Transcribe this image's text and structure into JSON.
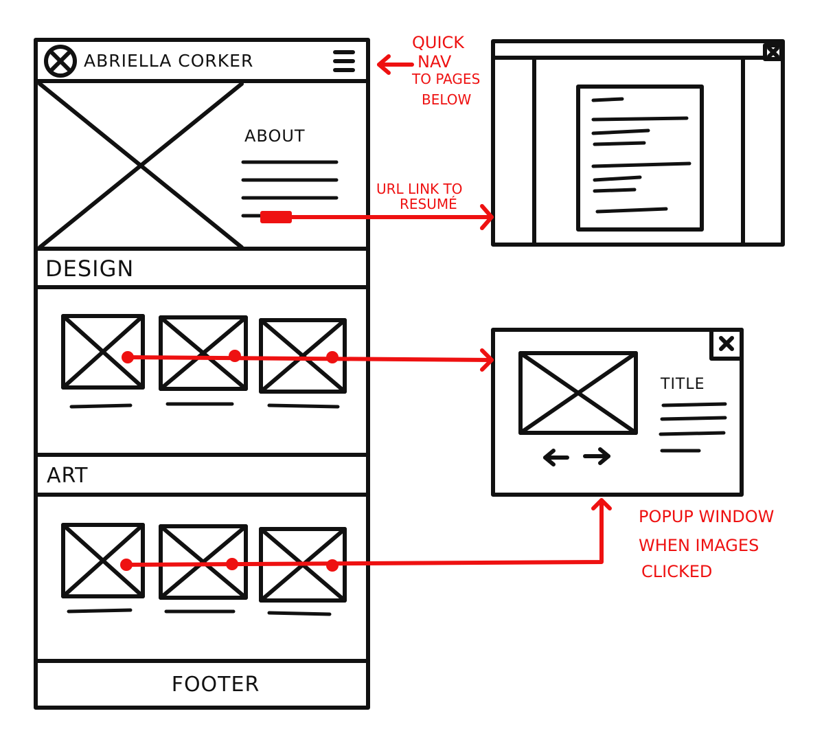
{
  "colors": {
    "ink": "#111111",
    "annotation": "#ee1111"
  },
  "page": {
    "header": {
      "title": "ABRIELLA CORKER",
      "logo_icon": "circle-x-logo-icon",
      "menu_icon": "hamburger-menu-icon"
    },
    "about": {
      "heading": "ABOUT"
    },
    "design": {
      "heading": "DESIGN"
    },
    "art": {
      "heading": "ART"
    },
    "footer": {
      "label": "FOOTER"
    }
  },
  "popup": {
    "title": "TITLE",
    "close_icon": "close-icon",
    "arrow_left_icon": "arrow-left-icon",
    "arrow_right_icon": "arrow-right-icon"
  },
  "resume_window": {
    "close_icon": "close-icon"
  },
  "annotations": {
    "quick_nav": [
      "QUICK",
      "NAV",
      "TO PAGES",
      "BELOW"
    ],
    "url_link": [
      "URL LINK TO",
      "RESUMÉ"
    ],
    "popup_note": [
      "POPUP WINDOW",
      "WHEN IMAGES",
      "CLICKED"
    ]
  }
}
